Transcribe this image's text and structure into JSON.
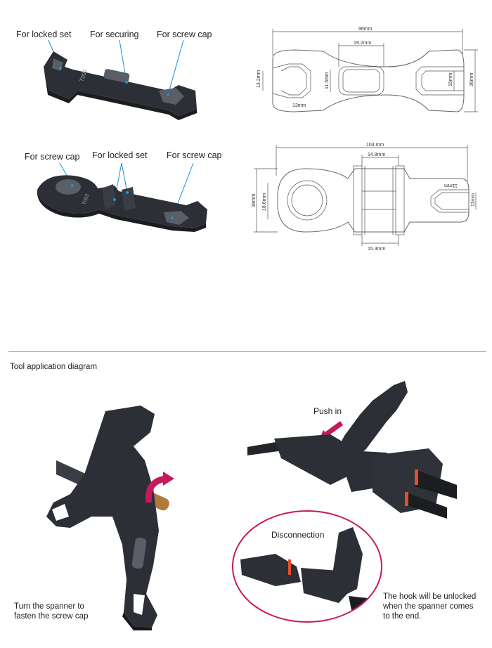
{
  "top": {
    "tool1": {
      "label_locked_set": "For locked set",
      "label_securing": "For securing",
      "label_screw_cap": "For screw cap",
      "engraving": "T002"
    },
    "tool2": {
      "label_screw_cap_left": "For screw cap",
      "label_locked_set": "For locked set",
      "label_screw_cap_right": "For screw cap",
      "engraving": "T003"
    },
    "drawing1": {
      "overall_width": "96mm",
      "middle_slot": "19.2mm",
      "left_height": "13.2mm",
      "slot_height": "11.5mm",
      "right_inner": "15mm",
      "right_overall": "36mm",
      "left_jaw": "13mm"
    },
    "drawing2": {
      "overall_width": "104.mm",
      "top_middle": "14.8mm",
      "bottom_middle": "15.3mm",
      "outer_height": "38mm",
      "inner_ring": "18.6mm",
      "right_jaw": "11mm",
      "right_engraving": "11mm"
    }
  },
  "section": {
    "title": "Tool application diagram"
  },
  "bottom": {
    "turn_note": [
      "Turn the spanner to",
      "fasten the screw cap"
    ],
    "push_in": "Push in",
    "disconnection": "Disconnection",
    "hook_note": [
      "The hook will be unlocked",
      "when the spanner comes",
      "to the end."
    ]
  },
  "colors": {
    "accent_magenta": "#c8185e",
    "pointer_blue": "#1e90d6",
    "tool_dark": "#2c2f36",
    "drawing_line": "#555555"
  }
}
